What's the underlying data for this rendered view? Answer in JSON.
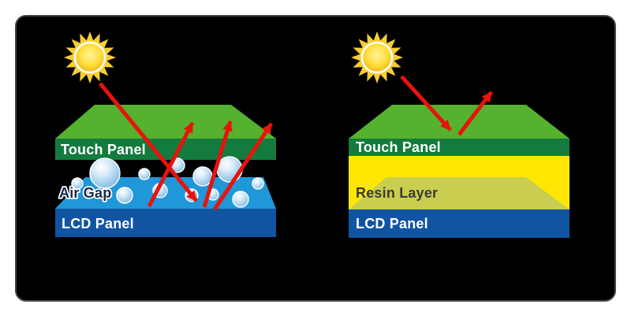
{
  "panel": {
    "background": "#000000",
    "border_color": "#454545"
  },
  "colors": {
    "page_background": "#ffffff",
    "arrow_red": "#e7130c",
    "touch_panel_top_green": "#55b12e",
    "touch_panel_front_green": "#147b3e",
    "air_gap_surface_blue": "#1f97d8",
    "lcd_panel_front_blue": "#1054a2",
    "resin_yellow": "#ffe703",
    "resin_inner_olive": "#c9ce51",
    "sun_ray_yellow": "#f6ce33",
    "sun_core_inner": "#fff49c",
    "sun_core_mid": "#ffdf3e",
    "sun_core_outer": "#f2ae0c",
    "bubble_highlight": "#ffffff",
    "bubble_light": "#d8ecf9",
    "bubble_mid": "#a2cdec",
    "bubble_deep": "#7fb4dd",
    "label_text_white": "#ffffff",
    "air_gap_text_navy": "#16294f",
    "resin_text_dark": "#3b3b33"
  },
  "icons": {
    "sun": "sun-icon"
  },
  "left_diagram": {
    "touch_panel_label": "Touch Panel",
    "air_gap_label": "Air Gap",
    "lcd_panel_label": "LCD Panel"
  },
  "right_diagram": {
    "touch_panel_label": "Touch Panel",
    "resin_layer_label": "Resin Layer",
    "lcd_panel_label": "LCD Panel"
  }
}
